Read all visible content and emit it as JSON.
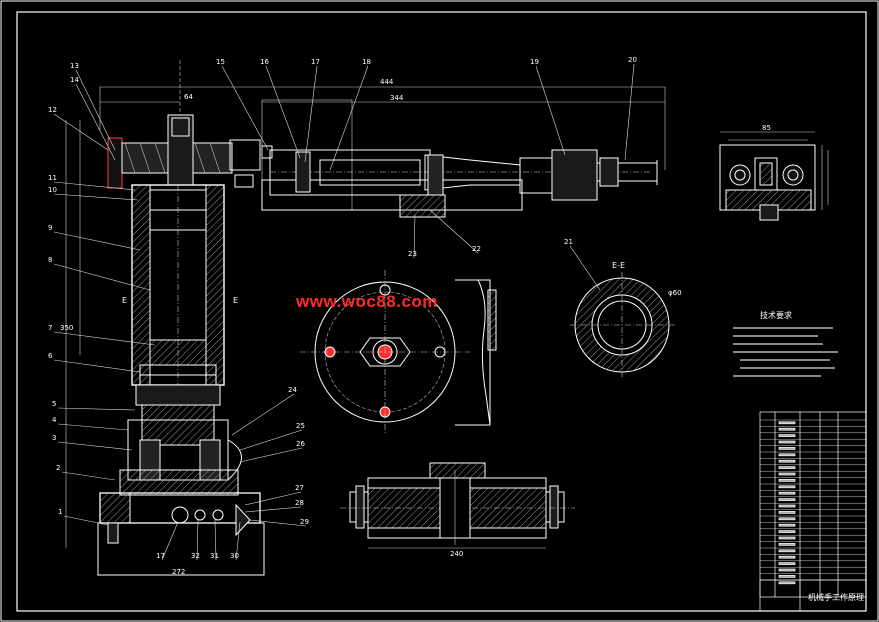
{
  "watermark": "www.woc88.com",
  "section_label": "E-E",
  "balloons_left": [
    "13",
    "14",
    "12",
    "11",
    "10",
    "9",
    "8",
    "7",
    "6",
    "5",
    "4",
    "3",
    "2",
    "1"
  ],
  "balloons_bottom": [
    "17",
    "32",
    "31",
    "30"
  ],
  "balloons_top": [
    "15",
    "16",
    "17",
    "18",
    "19",
    "20"
  ],
  "balloons_right": [
    "24",
    "25",
    "26",
    "27",
    "28",
    "29"
  ],
  "balloons_mid": [
    "22",
    "23",
    "21"
  ],
  "dims": {
    "d1": "64",
    "d2": "444",
    "d3": "344",
    "d4": "350",
    "d5": "240",
    "d6": "272",
    "d7": "85",
    "d8": "φ60"
  },
  "section_marks": {
    "e_left": "E",
    "e_right": "E"
  },
  "tech_title": "技术要求",
  "title_block": "机械手工作原理"
}
